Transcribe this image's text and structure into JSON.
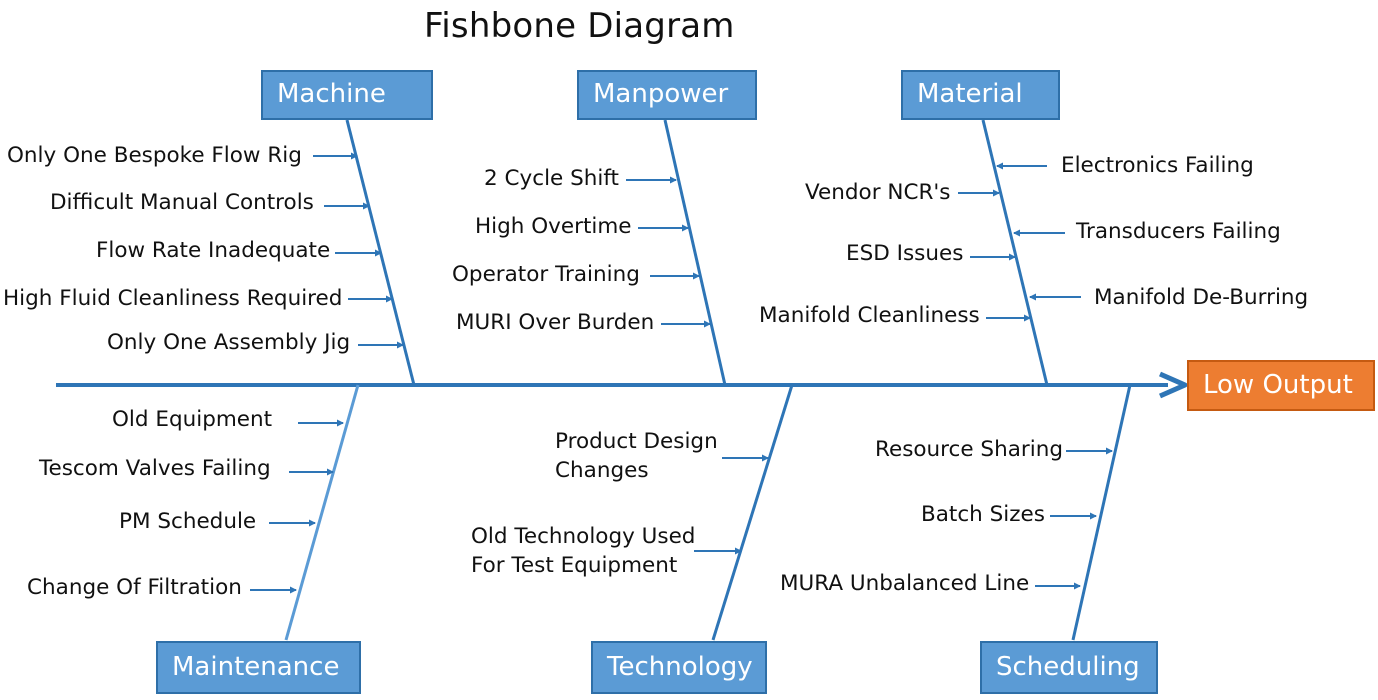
{
  "title": "Fishbone Diagram",
  "effect": "Low Output",
  "categories": {
    "machine": {
      "name": "Machine",
      "causes": [
        "Only One  Bespoke Flow Rig",
        "Difficult Manual Controls",
        "Flow Rate Inadequate",
        "High Fluid Cleanliness Required",
        "Only One Assembly Jig"
      ]
    },
    "manpower": {
      "name": "Manpower",
      "causes": [
        "2 Cycle Shift",
        "High Overtime",
        "Operator Training",
        "MURI Over Burden"
      ]
    },
    "material": {
      "name": "Material",
      "causes": [
        "Electronics Failing",
        "Vendor NCR's",
        "Transducers Failing",
        "ESD Issues",
        "Manifold De-Burring",
        "Manifold Cleanliness"
      ]
    },
    "maintenance": {
      "name": "Maintenance",
      "causes": [
        "Old  Equipment",
        "Tescom Valves Failing",
        "PM Schedule",
        "Change Of Filtration"
      ]
    },
    "technology": {
      "name": "Technology",
      "causes": [
        [
          "Product Design",
          "Changes"
        ],
        [
          "Old Technology Used",
          "For Test Equipment"
        ]
      ]
    },
    "scheduling": {
      "name": "Scheduling",
      "causes": [
        "Resource Sharing",
        "Batch Sizes",
        "MURA Unbalanced Line"
      ]
    }
  },
  "colors": {
    "line": "#2E75B6",
    "maintenance_line": "#5B9BD5",
    "box_fill": "#5B9BD5",
    "box_border": "#2E6FA8",
    "effect_fill": "#ED7D31",
    "text": "#111111"
  }
}
